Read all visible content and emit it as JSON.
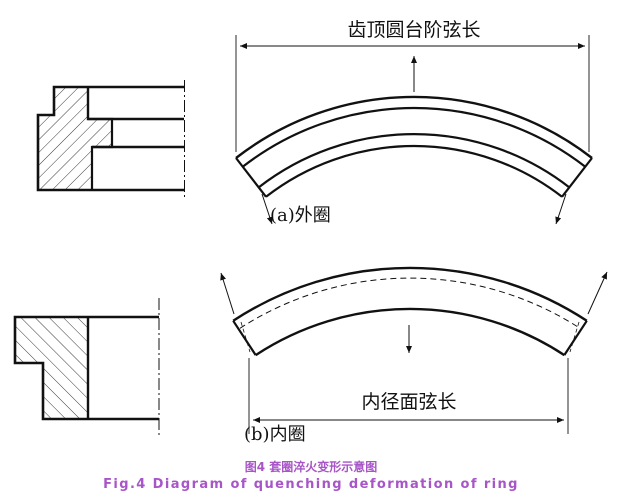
{
  "figure_a": {
    "dimension_label": "齿顶圆台阶弦长",
    "sublabel": "(a)外圈"
  },
  "figure_b": {
    "dimension_label": "内径面弦长",
    "sublabel": "(b)内圈"
  },
  "caption": {
    "zh": "图4 套圈淬火变形示意图",
    "en": "Fig.4 Diagram of quenching deformation of ring"
  },
  "colors": {
    "line": "#111111",
    "caption": "#a855c8"
  }
}
